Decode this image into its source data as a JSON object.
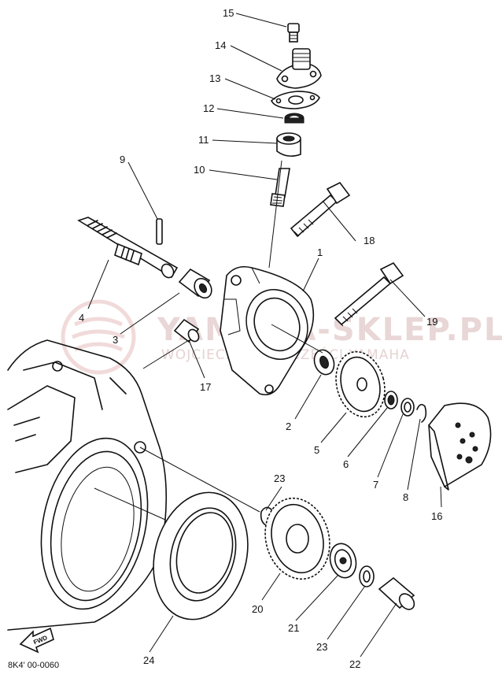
{
  "callouts": [
    {
      "id": "15",
      "text": "15"
    },
    {
      "id": "14",
      "text": "14"
    },
    {
      "id": "13",
      "text": "13"
    },
    {
      "id": "12",
      "text": "12"
    },
    {
      "id": "11",
      "text": "11"
    },
    {
      "id": "10",
      "text": "10"
    },
    {
      "id": "9",
      "text": "9"
    },
    {
      "id": "18",
      "text": "18"
    },
    {
      "id": "1",
      "text": "1"
    },
    {
      "id": "4",
      "text": "4"
    },
    {
      "id": "3",
      "text": "3"
    },
    {
      "id": "19",
      "text": "19"
    },
    {
      "id": "17",
      "text": "17"
    },
    {
      "id": "2",
      "text": "2"
    },
    {
      "id": "5",
      "text": "5"
    },
    {
      "id": "6",
      "text": "6"
    },
    {
      "id": "7",
      "text": "7"
    },
    {
      "id": "8",
      "text": "8"
    },
    {
      "id": "16",
      "text": "16"
    },
    {
      "id": "23a",
      "text": "23"
    },
    {
      "id": "20",
      "text": "20"
    },
    {
      "id": "21",
      "text": "21"
    },
    {
      "id": "23b",
      "text": "23"
    },
    {
      "id": "22",
      "text": "22"
    },
    {
      "id": "24",
      "text": "24"
    }
  ],
  "fwd_arrow": {
    "label": "FWD",
    "icon": "fwd-arrow-icon"
  },
  "diagram_code": "8K4' 00-0060",
  "watermark": {
    "main": "YAMAHA-SKLEP.PL",
    "sub": "WOJCIECHOWSKI CZĘŚCI YAMAHA",
    "color": "#e9d6d6"
  }
}
